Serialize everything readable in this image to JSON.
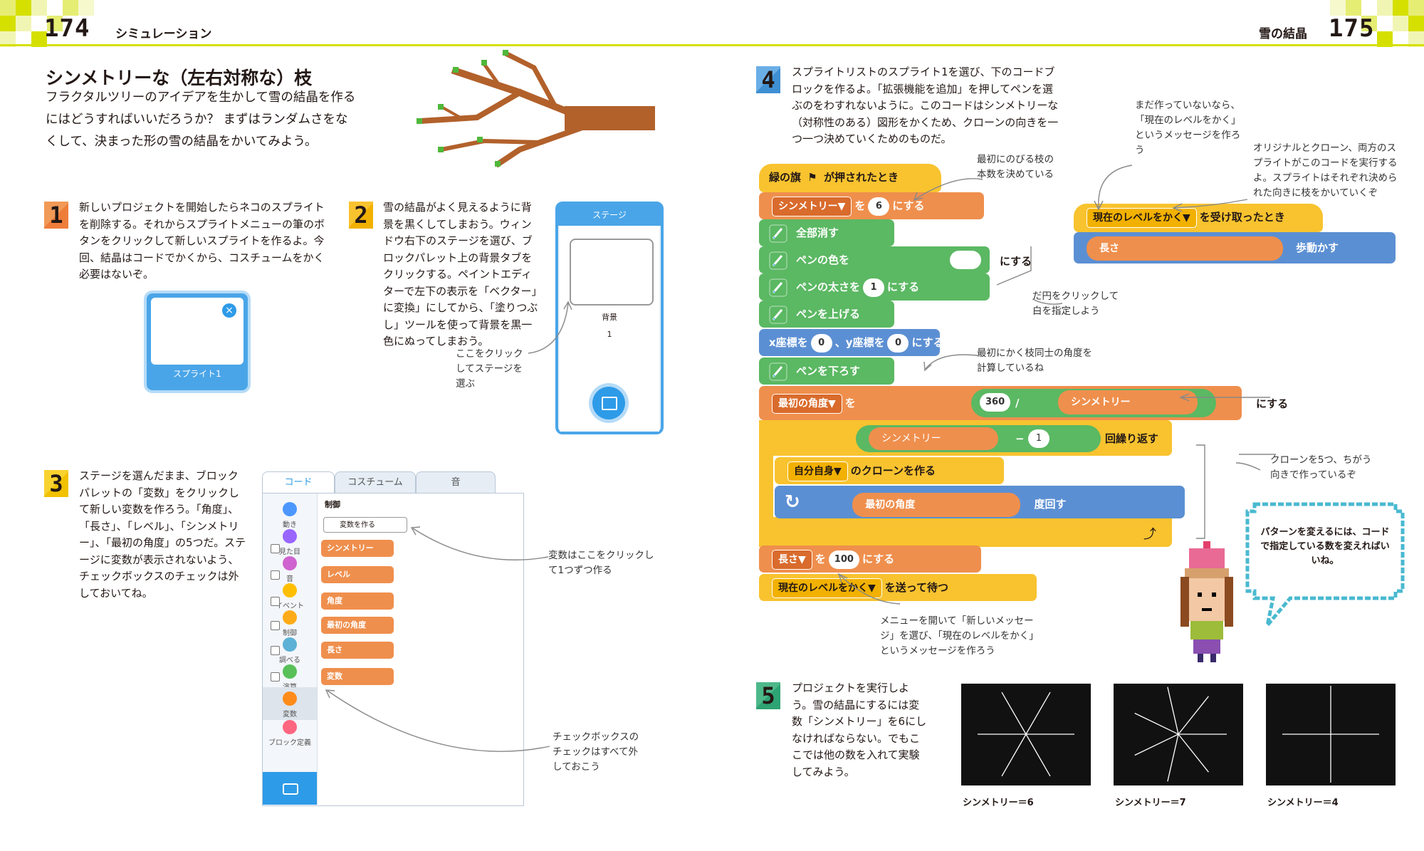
{
  "header": {
    "left_page_number": "174",
    "left_section": "シミュレーション",
    "right_section": "雪の結晶",
    "right_page_number": "175"
  },
  "intro": {
    "title": "シンメトリーな（左右対称な）枝",
    "body": "フラクタルツリーのアイデアを生かして雪の結晶を作るにはどうすればいいだろうか？ まずはランダムさをなくして、決まった形の雪の結晶をかいてみよう。"
  },
  "step1": {
    "number": "1",
    "text": "新しいプロジェクトを開始したらネコのスプライトを削除する。それからスプライトメニューの筆のボタンをクリックして新しいスプライトを作るよ。今回、結晶はコードでかくから、コスチュームをかく必要はないぞ。",
    "sprite_label": "スプライト1"
  },
  "step2": {
    "number": "2",
    "text": "雪の結晶がよく見えるように背景を黒くしてしまおう。ウィンドウ右下のステージを選び、ブロックパレット上の背景タブをクリックする。ペイントエディターで左下の表示を「ベクター」に変換」にしてから、「塗りつぶし」ツールを使って背景を黒一色にぬってしまおう。",
    "stage_title": "ステージ",
    "backdrop_label": "背景",
    "backdrop_count": "1",
    "note": "ここをクリックしてステージを選ぶ"
  },
  "step3": {
    "number": "3",
    "text": "ステージを選んだまま、ブロックパレットの「変数」をクリックして新しい変数を作ろう。「角度」、「長さ」、「レベル」、「シンメトリー」、「最初の角度」の5つだ。ステージに変数が表示されないよう、チェックボックスのチェックは外しておいてね。",
    "tabs": [
      "コード",
      "コスチューム",
      "音"
    ],
    "categories": [
      "動き",
      "見た目",
      "音",
      "イベント",
      "制御",
      "調べる",
      "演算",
      "変数",
      "ブロック定義"
    ],
    "category_colors": [
      "#4c97ff",
      "#9966ff",
      "#cf63cf",
      "#ffbf00",
      "#ffab19",
      "#5cb1d6",
      "#59c059",
      "#ff8c1a",
      "#ff6680"
    ],
    "palette_heading": "制御",
    "make_variable_button": "変数を作る",
    "variables": [
      "シンメトリー",
      "レベル",
      "角度",
      "最初の角度",
      "長さ",
      "変数"
    ],
    "note_make": "変数はここをクリックして1つずつ作る",
    "note_checkbox": "チェックボックスのチェックはすべて外しておこう"
  },
  "step4": {
    "number": "4",
    "text": "スプライトリストのスプライト1を選び、下のコードブロックを作るよ。「拡張機能を追加」を押してペンを選ぶのをわすれないように。このコードはシンメトリーな（対称性のある）図形をかくため、クローンの向きを一つ一つ決めていくためのものだ。",
    "blocks": {
      "flag_hat": "緑の旗",
      "flag_hat_tail": "が押されたとき",
      "set_sym_var": "シンメトリー▼",
      "set_sym_mid": "を",
      "set_sym_val": "6",
      "set_sym_tail": "にする",
      "erase_all": "全部消す",
      "pen_color": "ペンの色を",
      "pen_color_tail": "にする",
      "pen_size": "ペンの太さを",
      "pen_size_val": "1",
      "pen_size_tail": "にする",
      "pen_up": "ペンを上げる",
      "goto_x": "x座標を",
      "goto_x_val": "0",
      "goto_y": "、y座標を",
      "goto_y_val": "0",
      "goto_tail": "にする",
      "pen_down": "ペンを下ろす",
      "set_angle_var": "最初の角度▼",
      "set_angle_mid": "を",
      "div_left": "360",
      "div_op": "/",
      "div_right": "シンメトリー",
      "set_angle_tail": "にする",
      "repeat_arg": "シンメトリー",
      "repeat_op": "−",
      "repeat_val": "1",
      "repeat_tail": "回繰り返す",
      "clone_target": "自分自身▼",
      "clone_tail": "のクローンを作る",
      "turn_arg": "最初の角度",
      "turn_tail": "度回す",
      "set_len_var": "長さ▼",
      "set_len_mid": "を",
      "set_len_val": "100",
      "set_len_tail": "にする",
      "broadcast_msg": "現在のレベルをかく▼",
      "broadcast_tail": "を送って待つ",
      "recv_msg": "現在のレベルをかく▼",
      "recv_tail": "を受け取ったとき",
      "move_arg": "長さ",
      "move_tail": "歩動かす"
    },
    "notes": {
      "first_branch": "最初にのびる枝の本数を決めている",
      "white_circle": "だ円をクリックして白を指定しよう",
      "angle_calc": "最初にかく枝同士の角度を計算しているね",
      "clones_five": "クローンを5つ、ちがう向きで作っているぞ",
      "new_message": "メニューを開いて「新しいメッセージ」を選び、「現在のレベルをかく」というメッセージを作ろう",
      "not_made_yet": "まだ作っていないなら、「現在のレベルをかく」というメッセージを作ろう",
      "original_and_clone": "オリジナルとクローン、両方のスプライトがこのコードを実行するよ。スプライトはそれぞれ決められた向きに枝をかいていくぞ"
    },
    "speech_bubble": "パターンを変えるには、コードで指定している数を変えればいいね。"
  },
  "step5": {
    "number": "5",
    "text": "プロジェクトを実行しよう。雪の結晶にするには変数「シンメトリー」を6にしなければならない。でもここでは他の数を入れて実験してみよう。",
    "results": [
      {
        "symmetry": 6,
        "label": "シンメトリー＝6"
      },
      {
        "symmetry": 7,
        "label": "シンメトリー＝7"
      },
      {
        "symmetry": 4,
        "label": "シンメトリー＝4"
      }
    ]
  },
  "colors": {
    "accent_yellow": "#d6e000",
    "block_orange": "#ef8f4d",
    "block_yellow": "#f8c32f",
    "block_green": "#5bb863",
    "block_blue": "#5b8fd3",
    "stage_blue": "#2e9be8"
  }
}
